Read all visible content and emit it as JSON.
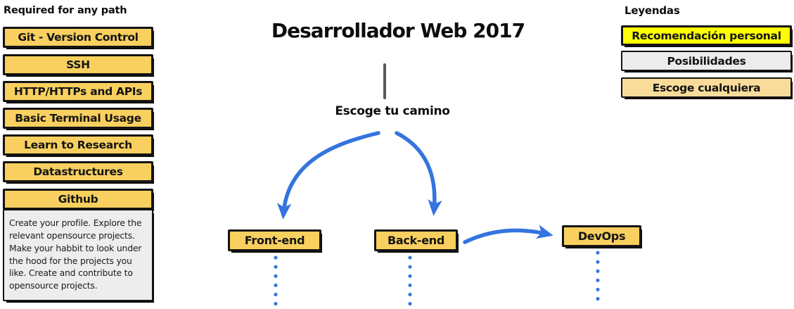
{
  "sidebar": {
    "heading": "Required for any path",
    "items": [
      "Git - Version Control",
      "SSH",
      "HTTP/HTTPs and APIs",
      "Basic Terminal Usage",
      "Learn to Research",
      "Datastructures",
      "Github"
    ],
    "github_note": "Create your profile. Explore the relevant opensource projects. Make your habbit to look under the hood for the projects you like. Create and contribute to opensource projects."
  },
  "header": {
    "title": "Desarrollador Web 2017"
  },
  "flow": {
    "prompt": "Escoge tu camino",
    "nodes": [
      {
        "label": "Front-end"
      },
      {
        "label": "Back-end"
      },
      {
        "label": "DevOps"
      }
    ]
  },
  "legend": {
    "heading": "Leyendas",
    "items": [
      {
        "label": "Recomendación personal",
        "color": "#fdff00"
      },
      {
        "label": "Posibilidades",
        "color": "#ececec"
      },
      {
        "label": "Escoge cualquiera",
        "color": "#fadc9a"
      }
    ]
  },
  "colors": {
    "node_fill": "#f9d05f",
    "arrow_blue": "#3474df",
    "outline": "#141414",
    "note_fill": "#ededed",
    "stem_gray": "#595959"
  }
}
